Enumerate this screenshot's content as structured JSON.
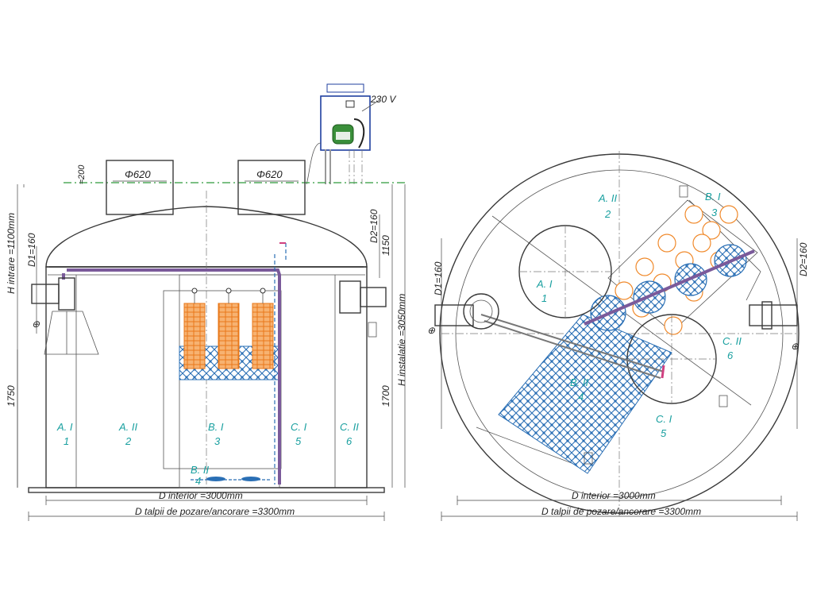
{
  "left_view": {
    "power_label": "230 V",
    "riser_gap_label": "≈200",
    "riser_left_label": "Φ620",
    "riser_right_label": "Φ620",
    "h_intrare": "H intrare =1100mm",
    "d1": "D1=160",
    "d2": "D2=160",
    "dim_1150": "1150",
    "h_instalatie": "H instalatie =3050mm",
    "dim_1750": "1750",
    "dim_1700": "1700",
    "d_interior": "D interior =3000mm",
    "d_talpii": "D talpii de pozare/ancorare =3300mm",
    "zones": [
      {
        "top": "A. I",
        "bottom": "1"
      },
      {
        "top": "A. II",
        "bottom": "2"
      },
      {
        "top": "B. I",
        "bottom": "3"
      },
      {
        "top": "C. I",
        "bottom": "5"
      },
      {
        "top": "C. II",
        "bottom": "6"
      },
      {
        "top": "B. II",
        "bottom": "4"
      }
    ]
  },
  "right_view": {
    "d1": "D1=160",
    "d2": "D2=160",
    "d_interior": "D interior =3000mm",
    "d_talpii": "D talpii de pozare/ancorare =3300mm",
    "zones": [
      {
        "top": "A. II",
        "bottom": "2"
      },
      {
        "top": "B. I",
        "bottom": "3"
      },
      {
        "top": "A. I",
        "bottom": "1"
      },
      {
        "top": "C. II",
        "bottom": "6"
      },
      {
        "top": "B. II",
        "bottom": "4"
      },
      {
        "top": "C. I",
        "bottom": "5"
      }
    ]
  },
  "colors": {
    "zone_label": "#1aa0a0",
    "media_orange": "#f08a2c",
    "media_blue": "#2a6fb5",
    "compressor_box": "#1f3f9f",
    "pipe": "#7a5a9a"
  }
}
